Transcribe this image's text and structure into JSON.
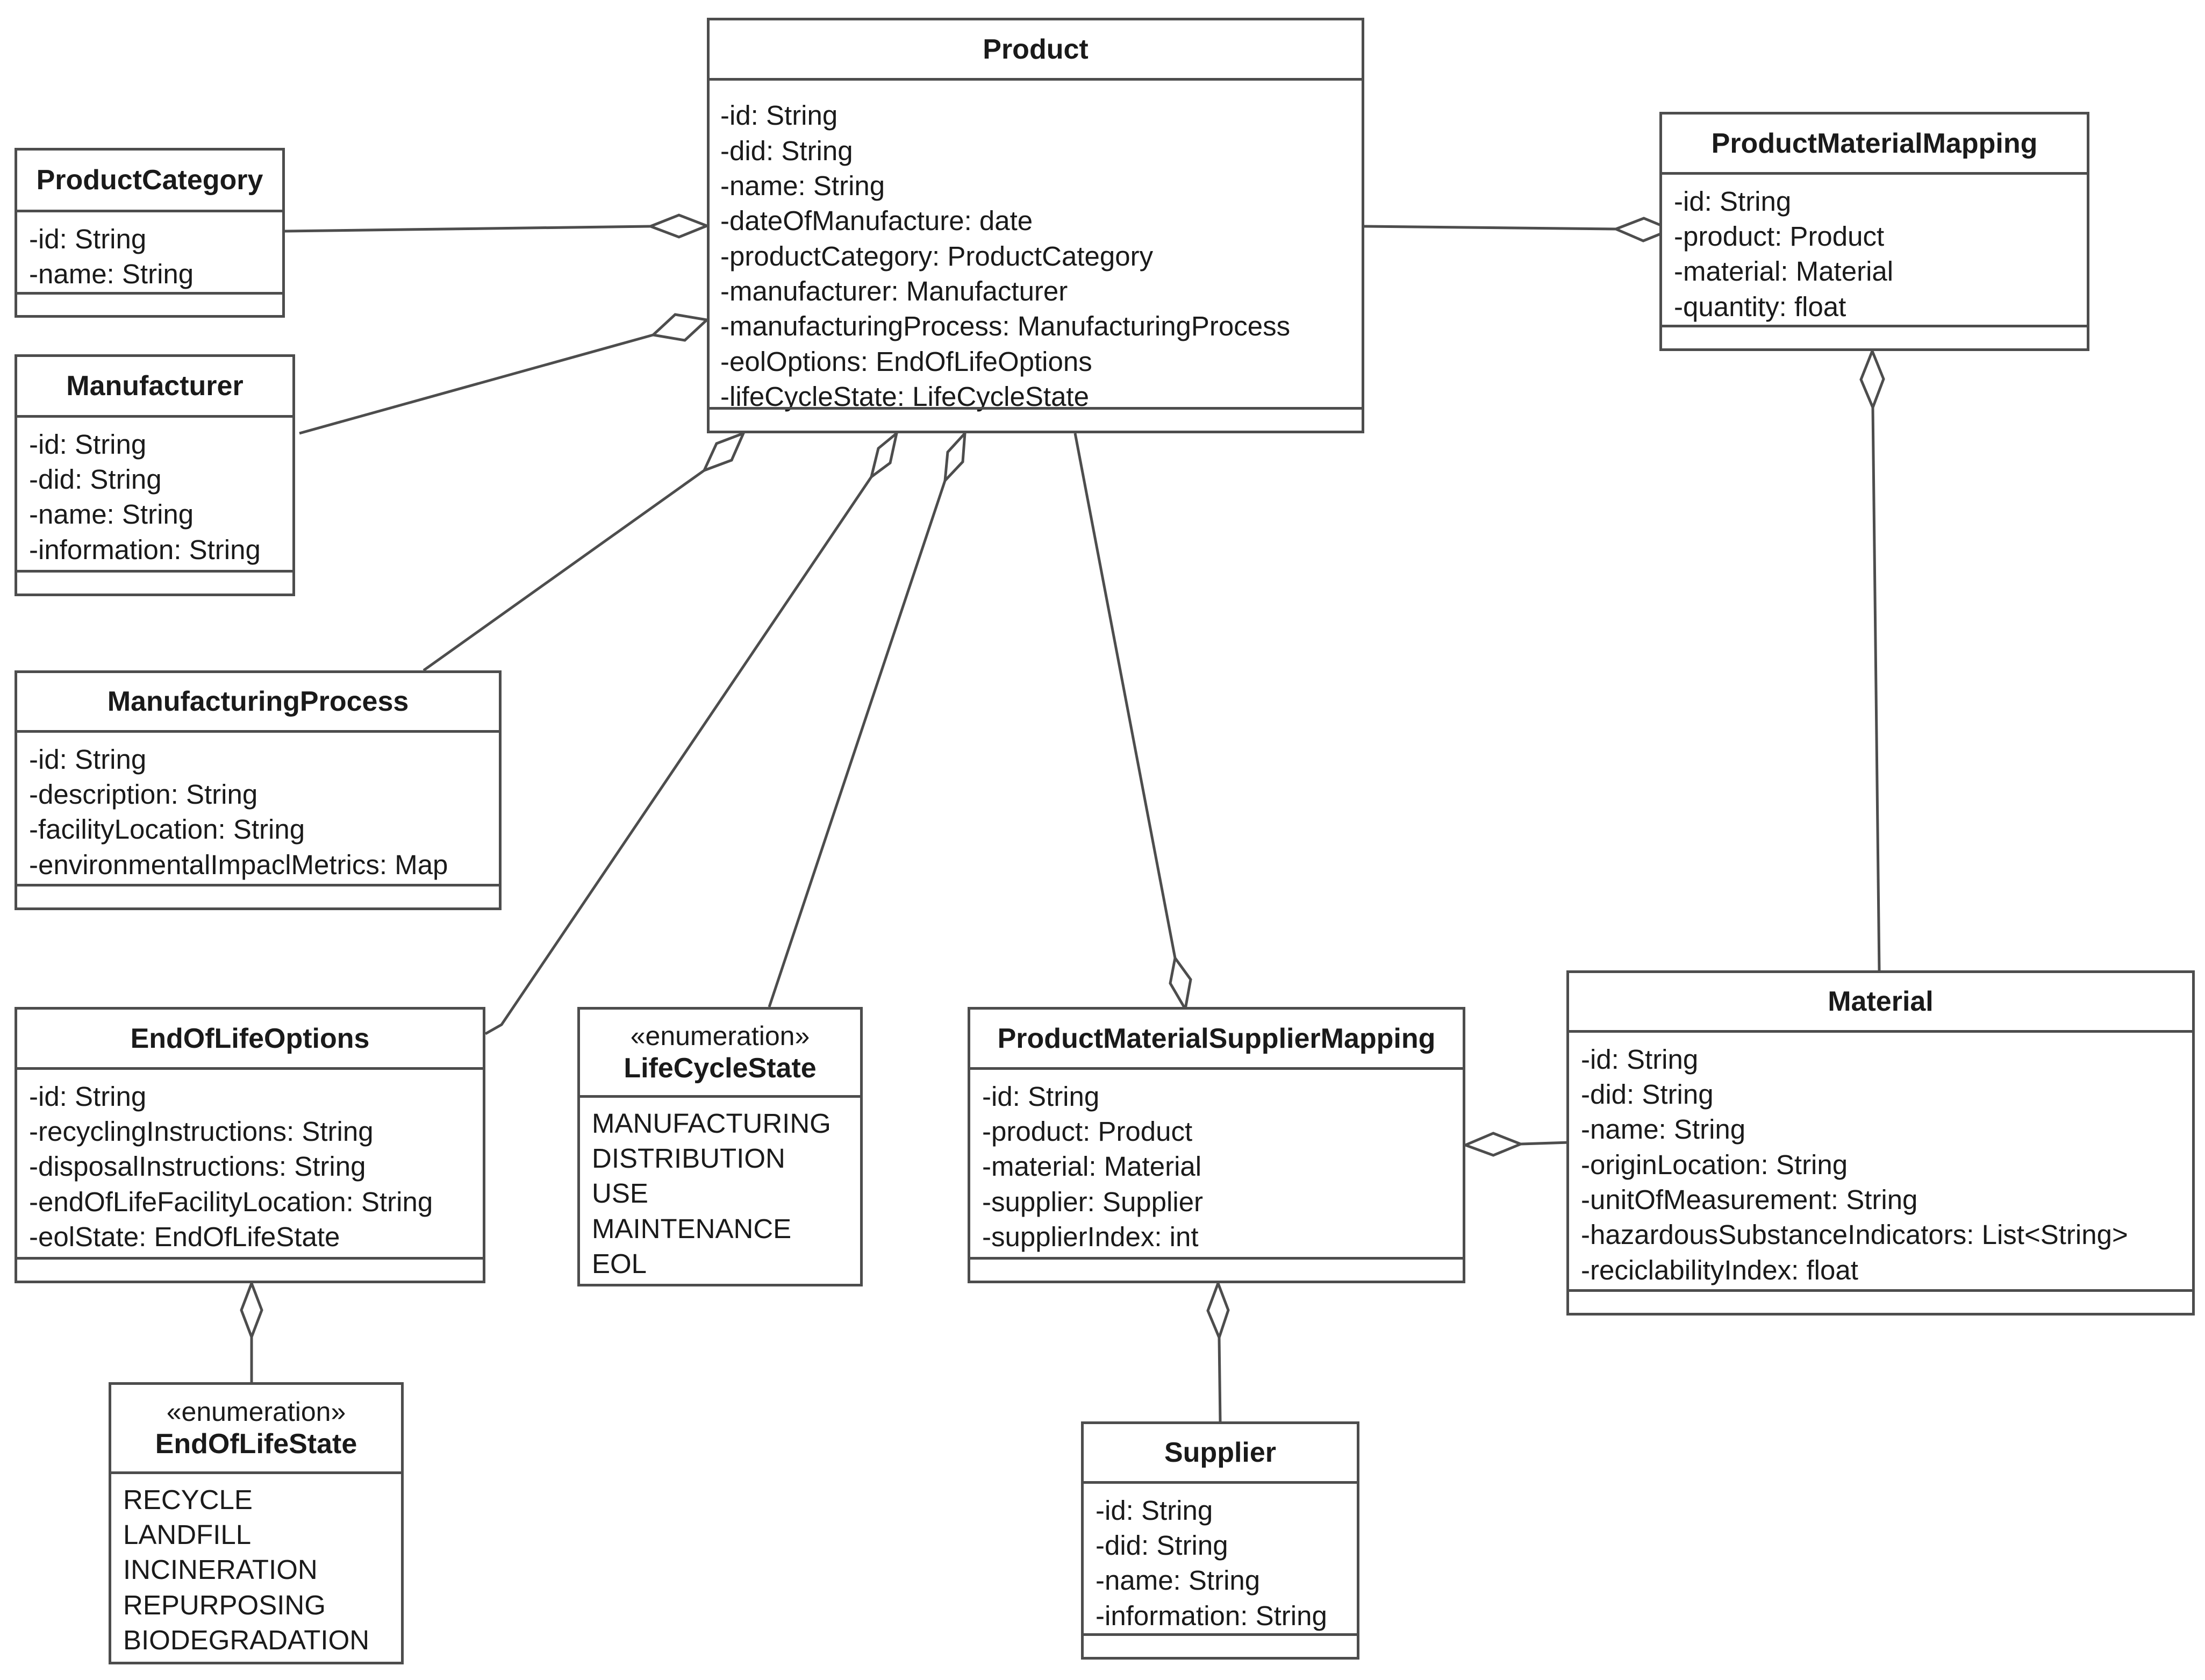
{
  "classes": {
    "product": {
      "name": "Product",
      "attributes": [
        "-id: String",
        "-did: String",
        "-name: String",
        "-dateOfManufacture: date",
        "-productCategory: ProductCategory",
        "-manufacturer: Manufacturer",
        "-manufacturingProcess: ManufacturingProcess",
        "-eolOptions: EndOfLifeOptions",
        "-lifeCycleState: LifeCycleState"
      ]
    },
    "product_category": {
      "name": "ProductCategory",
      "attributes": [
        "-id: String",
        "-name: String"
      ]
    },
    "manufacturer": {
      "name": "Manufacturer",
      "attributes": [
        "-id: String",
        "-did: String",
        "-name: String",
        "-information: String"
      ]
    },
    "manufacturing_process": {
      "name": "ManufacturingProcess",
      "attributes": [
        "-id: String",
        "-description: String",
        "-facilityLocation: String",
        "-environmentalImpaclMetrics: Map"
      ]
    },
    "product_material_mapping": {
      "name": "ProductMaterialMapping",
      "attributes": [
        "-id: String",
        "-product: Product",
        "-material: Material",
        "-quantity: float"
      ]
    },
    "end_of_life_options": {
      "name": "EndOfLifeOptions",
      "attributes": [
        "-id: String",
        "-recyclingInstructions: String",
        "-disposalInstructions: String",
        "-endOfLifeFacilityLocation: String",
        "-eolState: EndOfLifeState"
      ]
    },
    "life_cycle_state": {
      "stereotype": "«enumeration»",
      "name": "LifeCycleState",
      "attributes": [
        "MANUFACTURING",
        "DISTRIBUTION",
        "USE",
        "MAINTENANCE",
        "EOL"
      ]
    },
    "product_material_supplier_mapping": {
      "name": "ProductMaterialSupplierMapping",
      "attributes": [
        "-id: String",
        "-product: Product",
        "-material: Material",
        "-supplier: Supplier",
        "-supplierIndex: int"
      ]
    },
    "material": {
      "name": "Material",
      "attributes": [
        "-id: String",
        "-did: String",
        "-name: String",
        "-originLocation: String",
        "-unitOfMeasurement: String",
        "-hazardousSubstanceIndicators: List<String>",
        "-reciclabilityIndex: float"
      ]
    },
    "end_of_life_state": {
      "stereotype": "«enumeration»",
      "name": "EndOfLifeState",
      "attributes": [
        "RECYCLE",
        "LANDFILL",
        "INCINERATION",
        "REPURPOSING",
        "BIODEGRADATION"
      ]
    },
    "supplier": {
      "name": "Supplier",
      "attributes": [
        "-id: String",
        "-did: String",
        "-name: String",
        "-information: String"
      ]
    }
  },
  "relationships": [
    {
      "kind": "aggregation",
      "whole": "Product",
      "part": "ProductCategory"
    },
    {
      "kind": "aggregation",
      "whole": "Product",
      "part": "Manufacturer"
    },
    {
      "kind": "aggregation",
      "whole": "Product",
      "part": "ManufacturingProcess"
    },
    {
      "kind": "aggregation",
      "whole": "Product",
      "part": "EndOfLifeOptions"
    },
    {
      "kind": "aggregation",
      "whole": "Product",
      "part": "LifeCycleState"
    },
    {
      "kind": "aggregation",
      "whole": "ProductMaterialMapping",
      "part": "Product"
    },
    {
      "kind": "aggregation",
      "whole": "ProductMaterialMapping",
      "part": "Material"
    },
    {
      "kind": "aggregation",
      "whole": "ProductMaterialSupplierMapping",
      "part": "Product"
    },
    {
      "kind": "aggregation",
      "whole": "ProductMaterialSupplierMapping",
      "part": "Material"
    },
    {
      "kind": "aggregation",
      "whole": "ProductMaterialSupplierMapping",
      "part": "Supplier"
    },
    {
      "kind": "aggregation",
      "whole": "EndOfLifeOptions",
      "part": "EndOfLifeState"
    }
  ],
  "colors": {
    "line": "#4d4d4d",
    "text": "#1a1a1a",
    "background": "#ffffff"
  }
}
